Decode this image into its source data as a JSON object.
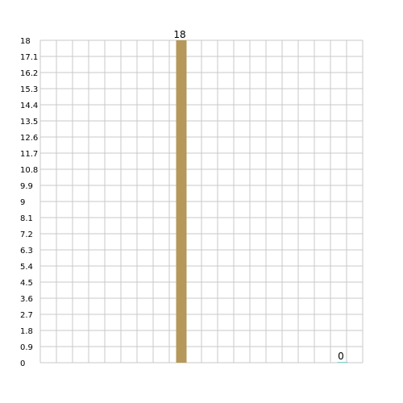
{
  "chart_data": {
    "type": "bar",
    "categories": [
      "",
      ""
    ],
    "values": [
      18,
      0
    ],
    "data_labels": [
      "18",
      "0"
    ],
    "ylim": [
      0,
      18
    ],
    "yticks": [
      "0",
      "0.9",
      "1.8",
      "2.7",
      "3.6",
      "4.5",
      "5.4",
      "6.3",
      "7.2",
      "8.1",
      "9",
      "9.9",
      "10.8",
      "11.7",
      "12.6",
      "13.5",
      "14.4",
      "15.3",
      "16.2",
      "17.1",
      "18"
    ],
    "title": "",
    "xlabel": "",
    "ylabel": "",
    "grid": true,
    "legend": false,
    "colors": {
      "bars": [
        "#b5985a",
        "#7fd3cf"
      ],
      "grid": "#c8c8c8",
      "text": "#000000"
    }
  }
}
